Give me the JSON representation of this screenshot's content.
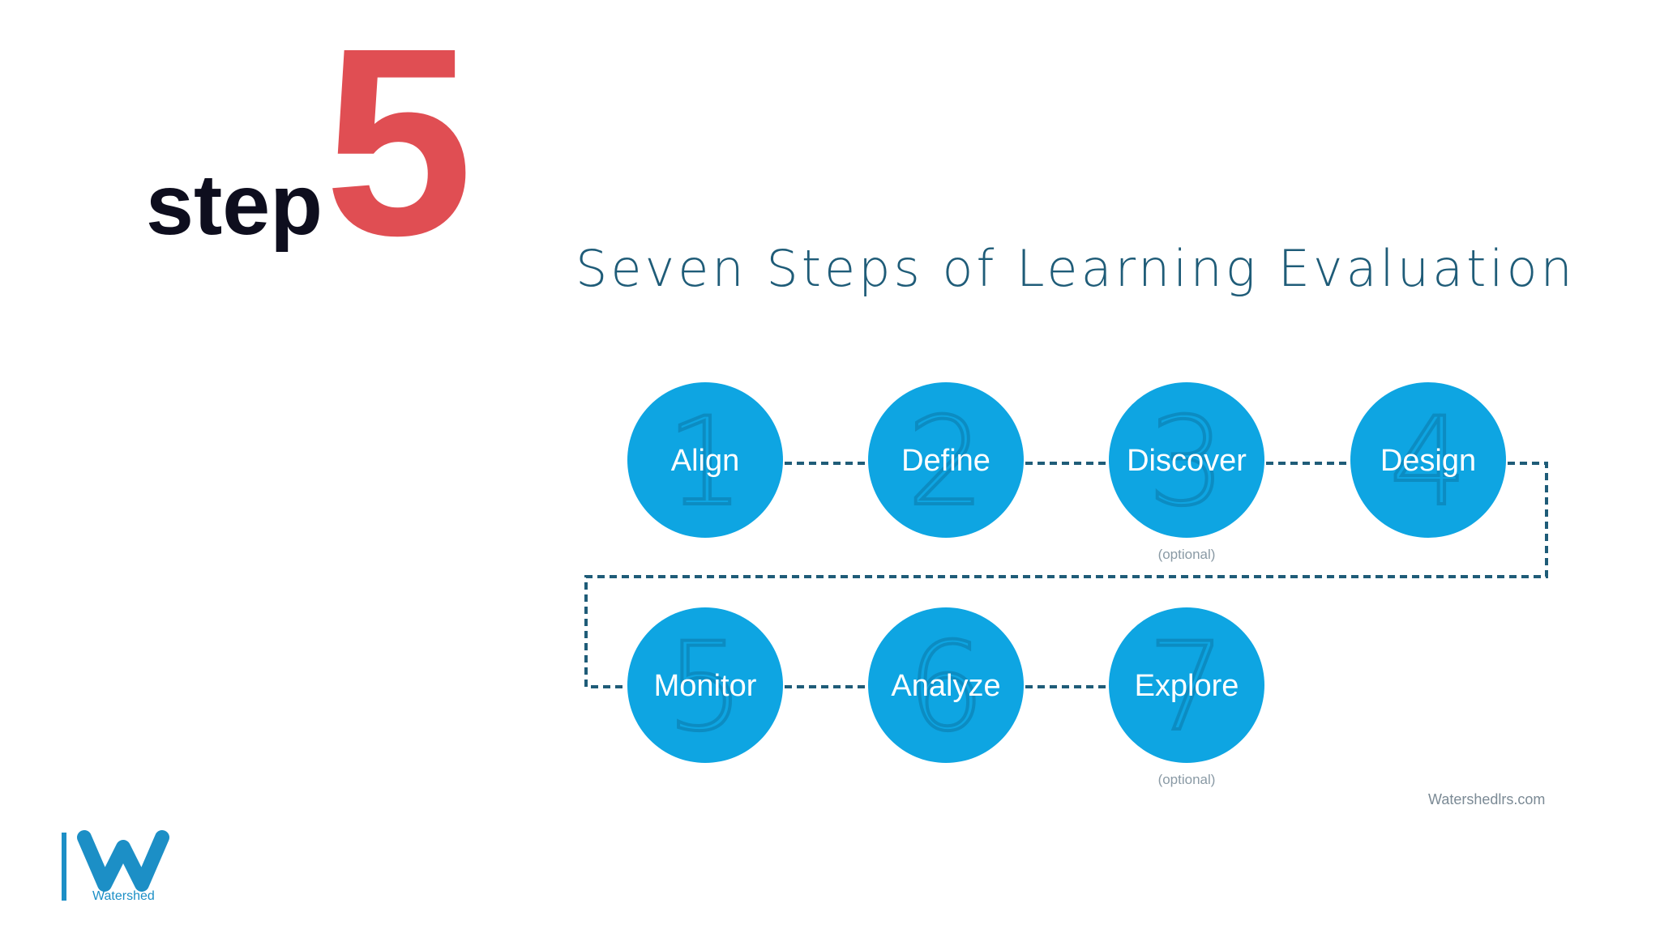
{
  "step_heading": {
    "word": "step",
    "number": "5"
  },
  "diagram": {
    "title": "Seven Steps of Learning Evaluation",
    "steps": [
      {
        "digit": "1",
        "label": "Align",
        "note": ""
      },
      {
        "digit": "2",
        "label": "Define",
        "note": ""
      },
      {
        "digit": "3",
        "label": "Discover",
        "note": "(optional)"
      },
      {
        "digit": "4",
        "label": "Design",
        "note": ""
      },
      {
        "digit": "5",
        "label": "Monitor",
        "note": ""
      },
      {
        "digit": "6",
        "label": "Analyze",
        "note": ""
      },
      {
        "digit": "7",
        "label": "Explore",
        "note": "(optional)"
      }
    ],
    "source": "Watershedlrs.com"
  },
  "logo": {
    "caption": "Watershed"
  },
  "colors": {
    "circle_fill": "#0ea5e2",
    "connector": "#1f5c78",
    "step_number": "#e04e53",
    "logo": "#1c8fc6"
  }
}
